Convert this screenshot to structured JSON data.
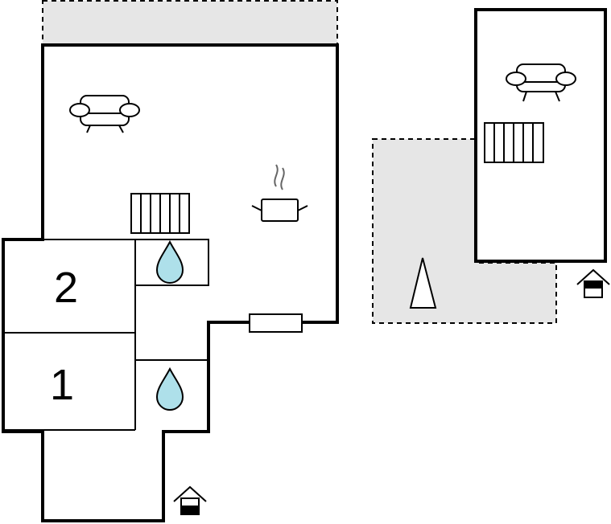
{
  "floorplan": {
    "rooms": [
      {
        "id": "bedroom-2",
        "label": "2"
      },
      {
        "id": "bedroom-1",
        "label": "1"
      }
    ],
    "icons": [
      "sofa-icon",
      "sofa-icon",
      "radiator-icon",
      "radiator-icon",
      "cooking-pot-icon",
      "water-drop-icon",
      "water-drop-icon",
      "fireplace-icon",
      "tree-icon",
      "entrance-icon",
      "entrance-icon"
    ]
  },
  "colors": {
    "wall": "#000000",
    "outdoor_area": "#e6e6e6",
    "water": "#aee0ea",
    "background": "#ffffff"
  }
}
